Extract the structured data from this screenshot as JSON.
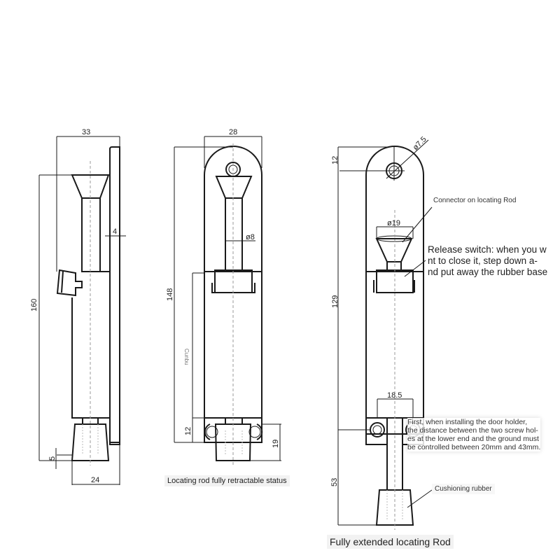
{
  "views": {
    "side": {
      "dims": {
        "width_top": "33",
        "height": "160",
        "plate_thickness": "4",
        "bottom_offset": "5",
        "width_bottom": "24"
      }
    },
    "retracted": {
      "dims": {
        "width_top": "28",
        "height": "148",
        "rod_diameter": "ø8",
        "bottom_tab": "12",
        "rubber_height": "19",
        "travel_label": "Cunbu"
      },
      "caption": "Locating rod fully retractable status"
    },
    "extended": {
      "dims": {
        "hole_diameter": "ø7.5",
        "top_offset": "12",
        "height": "129",
        "cup_diameter": "ø19",
        "hole_spacing": "18.5",
        "extension": "53"
      },
      "annotations": {
        "connector": "Connector on locating Rod",
        "release_switch": [
          "Release switch: when you w",
          "nt to close it, step down a-",
          "nd put away the rubber base"
        ],
        "install_note": [
          "First, when installing the door holder,",
          "the distance between the two screw hol-",
          "es at the lower end and the ground must",
          "be controlled between 20mm and 43mm."
        ],
        "rubber": "Cushioning rubber"
      },
      "caption": "Fully extended locating Rod"
    }
  }
}
